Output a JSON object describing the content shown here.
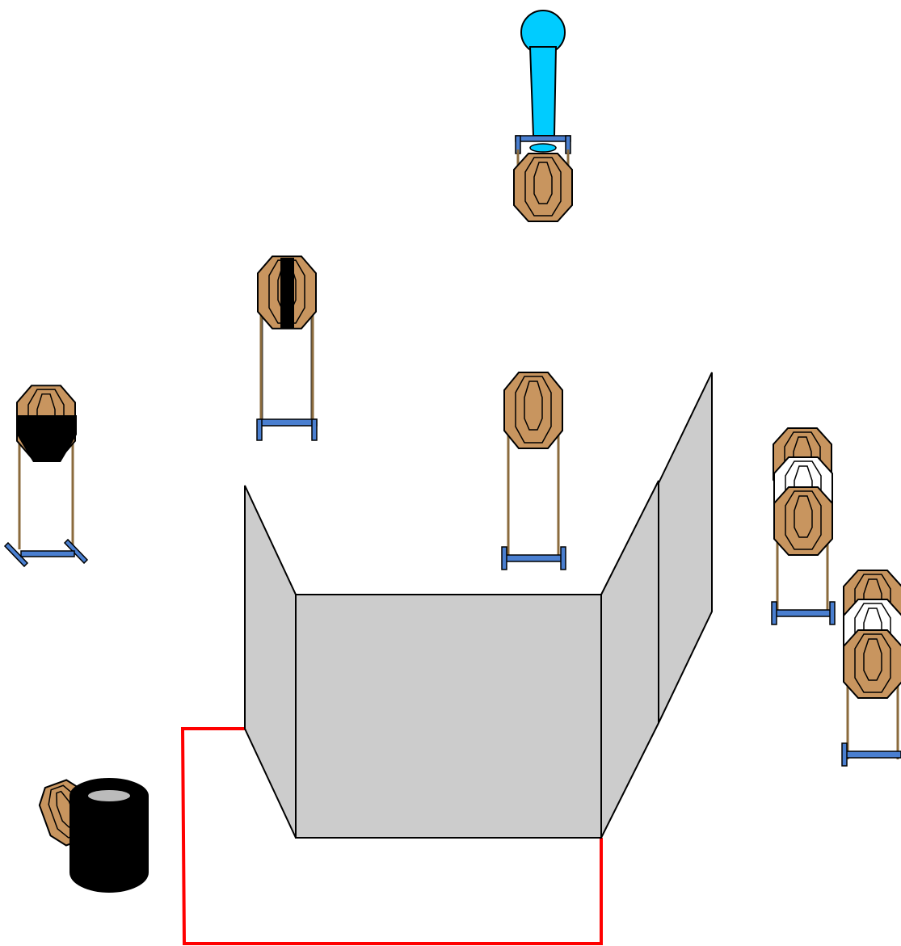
{
  "scene": {
    "type": "stage-diagram",
    "colors": {
      "target_fill": "#C8955F",
      "wall_fill": "#CCCCCC",
      "stand_blue": "#4A7FD0",
      "popper_fill": "#00CCFF",
      "fault_line": "#FF0000",
      "tire_fill": "#000000",
      "no_shoot_fill": "#FFFFFF"
    },
    "items": [
      {
        "kind": "popper-steel-target",
        "count": 1,
        "activates": "target-behind"
      },
      {
        "kind": "paper-target",
        "count": 7
      },
      {
        "kind": "hard-cover-partial",
        "count": 2
      },
      {
        "kind": "no-shoot-target",
        "count": 2
      },
      {
        "kind": "barricade-wall",
        "count": 3
      },
      {
        "kind": "tire-stack",
        "count": 1
      },
      {
        "kind": "shooting-box",
        "count": 1
      }
    ]
  }
}
